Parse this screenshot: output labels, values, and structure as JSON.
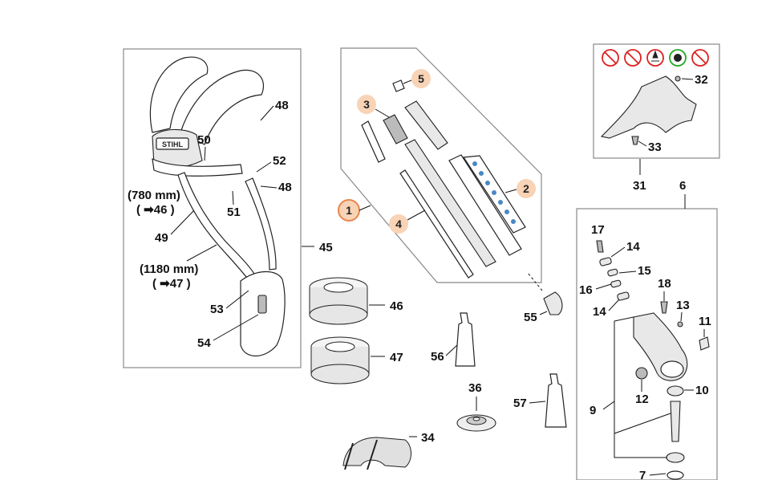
{
  "labels": {
    "l1": "1",
    "l2": "2",
    "l3": "3",
    "l4": "4",
    "l5": "5",
    "l6": "6",
    "l7": "7",
    "l9": "9",
    "l10": "10",
    "l11": "11",
    "l12": "12",
    "l13": "13",
    "l14a": "14",
    "l14b": "14",
    "l15": "15",
    "l16": "16",
    "l17": "17",
    "l18": "18",
    "l31": "31",
    "l32": "32",
    "l33": "33",
    "l34": "34",
    "l36": "36",
    "l45": "45",
    "l46": "46",
    "l47": "47",
    "l48a": "48",
    "l48b": "48",
    "l49": "49",
    "l50": "50",
    "l51": "51",
    "l52": "52",
    "l53": "53",
    "l54": "54",
    "l55": "55",
    "l56": "56",
    "l57": "57"
  },
  "notes": {
    "len780": "(780 mm)",
    "ref46": "( ➡46 )",
    "len1180": "(1180 mm)",
    "ref47": "( ➡47 )"
  },
  "brand": "STIHL",
  "colors": {
    "callout_fill": "#f8d3b6",
    "callout_ring": "#e8874e"
  }
}
